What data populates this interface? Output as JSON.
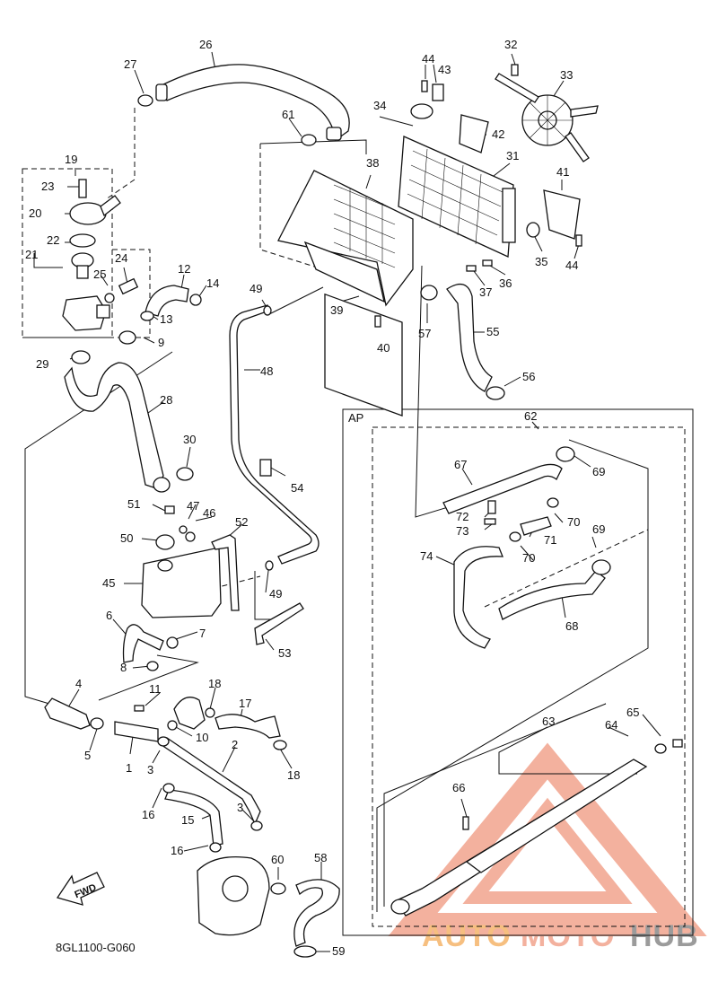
{
  "diagram_code": "8GL1100-G060",
  "fwd_label": "FWD",
  "section_ap": "AP",
  "watermark": {
    "auto": "AUTO",
    "moto": "MOTO",
    "hub": "HUB",
    "red": "#e8413a",
    "salmon": "#f2a48e",
    "orange": "#f5b46a",
    "gray": "#8a8a8a"
  },
  "callouts": [
    "1",
    "2",
    "3",
    "3",
    "4",
    "5",
    "6",
    "7",
    "8",
    "9",
    "10",
    "11",
    "12",
    "13",
    "14",
    "15",
    "16",
    "16",
    "17",
    "18",
    "18",
    "19",
    "20",
    "21",
    "22",
    "23",
    "24",
    "25",
    "26",
    "27",
    "28",
    "29",
    "30",
    "31",
    "32",
    "33",
    "34",
    "35",
    "36",
    "37",
    "38",
    "39",
    "40",
    "41",
    "42",
    "43",
    "44",
    "44",
    "45",
    "46",
    "47",
    "48",
    "49",
    "49",
    "50",
    "51",
    "52",
    "53",
    "54",
    "55",
    "56",
    "57",
    "58",
    "59",
    "60",
    "61",
    "62",
    "63",
    "64",
    "65",
    "66",
    "67",
    "68",
    "69",
    "69",
    "70",
    "70",
    "71",
    "72",
    "73",
    "74"
  ]
}
